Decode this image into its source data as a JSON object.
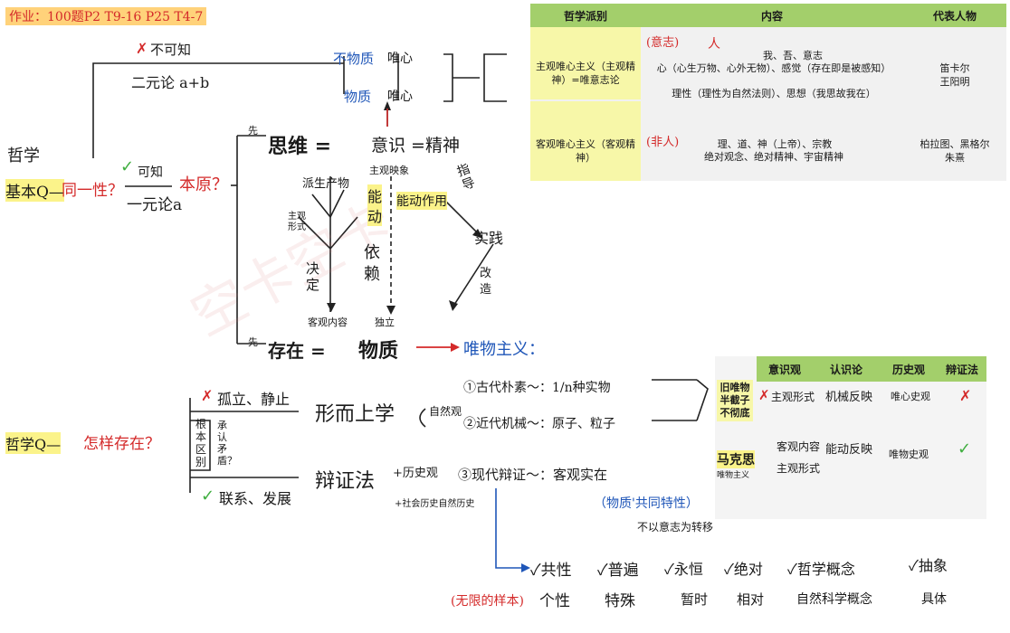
{
  "homework": "作业：100题P2 T9-16  P25 T4-7",
  "watermark": "空卡空卡",
  "left": {
    "philosophy": "哲学",
    "basic_q": "基本Q—",
    "identity_q": "同一性？",
    "check1": "✓",
    "monism_a": "可知",
    "monism_b": "一元论a",
    "origin_q": "本原？",
    "cross1": "✗",
    "unknowable": "不可知",
    "dualism": "二元论 a+b"
  },
  "top_branch": {
    "nonmaterial": "不物质",
    "idealism1": "唯心",
    "material": "物质",
    "idealism2": "唯心"
  },
  "center": {
    "first1": "先",
    "thinking": "思维 =",
    "consciousness": "意识 =精神",
    "subj_reflect": "主观映象",
    "derived": "派生产物",
    "subj_form": "主观形式",
    "decide": "决定",
    "objective": "客观内容",
    "active1": "能",
    "active2": "动",
    "active3": "作",
    "active4": "用",
    "rely": "依赖",
    "indep": "独立",
    "active_role": "能动作用",
    "guide": "指导",
    "practice": "实践",
    "transform": "改造",
    "first2": "先",
    "existence": "存在 =",
    "matter": "物质",
    "materialism": "唯物主义："
  },
  "lower_left": {
    "world_q": "哲学Q—",
    "how_exists": "怎样存在？",
    "cross2": "✗",
    "isolated": "孤立、静止",
    "metaphysics": "形而上学",
    "nature_view": "自然观",
    "root": "根本区别",
    "recognize": "承认矛盾？",
    "check2": "✓",
    "connect": "联系、发展",
    "dialectics": "辩证法",
    "history_view": "+历史观",
    "nature_society": "+社会历史自然历史"
  },
  "materialism_kinds": {
    "ancient": "①古代朴素～：1/n种实物",
    "modern": "②近代机械～：原子、粒子",
    "contemporary": "③现代辩证～：客观实在",
    "common": "（物质'共同特性）",
    "unchanged": "不以意志为转移"
  },
  "bottom": {
    "items": [
      "✓共性",
      "✓普遍",
      "✓永恒",
      "✓绝对",
      "✓哲学概念",
      "✓抽象"
    ],
    "infinite": "(无限的样本)",
    "lower": [
      "个性",
      "特殊",
      "暂时",
      "相对",
      "自然科学概念",
      "具体"
    ]
  },
  "table1": {
    "headers": [
      "哲学派别",
      "内容",
      "代表人物"
    ],
    "row1_school": "主观唯心主义（主观精神）=唯意志论",
    "row1_tag": "(意志)",
    "row1_person_mark": "人",
    "row1_content": [
      "我、吾、意志",
      "心（心生万物、心外无物）、感觉（存在即是被感知）",
      "理性（理性为自然法则）、思想（我思故我在）"
    ],
    "row1_reps": [
      "笛卡尔",
      "王阳明"
    ],
    "row2_school": "客观唯心主义（客观精神）",
    "row2_tag": "(非人)",
    "row2_content": [
      "理、道、神（上帝）、宗教",
      "绝对观念、绝对精神、宇宙精神"
    ],
    "row2_reps": [
      "柏拉图、黑格尔",
      "朱熹"
    ]
  },
  "table2": {
    "headers": [
      "意识观",
      "认识论",
      "历史观",
      "辩证法"
    ],
    "row1_label": "旧唯物半截子不彻底",
    "row1": [
      "主观形式",
      "机械反映",
      "唯心史观",
      "✗"
    ],
    "row1_mark": "✗",
    "row2_label": "马克思",
    "row2_sub": "唯物主义",
    "row2": [
      "客观内容主观形式",
      "能动反映",
      "唯物史观",
      "✓"
    ]
  },
  "colors": {
    "green_header": "#a3cf6b",
    "red_ink": "#d42a2a",
    "blue_ink": "#1f56b8",
    "highlight": "#fbf38a"
  }
}
